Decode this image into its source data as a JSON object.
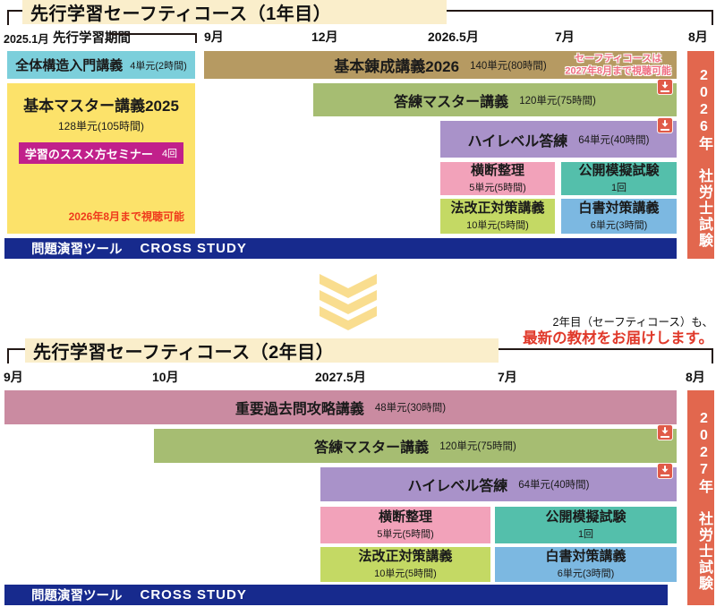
{
  "s1": {
    "title": "先行学習セーフティコース（1年目）",
    "axis": {
      "start": "2025.1月",
      "period": "先行学習期間",
      "m1": "9月",
      "m2": "12月",
      "m3": "2026.5月",
      "m4": "7月",
      "m5": "8月"
    },
    "intro": {
      "name": "全体構造入門講義",
      "units": "4単元(2時間)"
    },
    "rensei": {
      "name": "基本錬成講義2026",
      "units": "140単元(80時間)",
      "note1": "セーフティコースは",
      "note2": "2027年8月まで視聴可能"
    },
    "master": {
      "name": "基本マスター講義2025",
      "units": "128単元(105時間)",
      "seminar": "学習のススメ方セミナー",
      "seminar_count": "4回",
      "note": "2026年8月まで視聴可能"
    },
    "touren": {
      "name": "答練マスター講義",
      "units": "120単元(75時間)"
    },
    "highlevel": {
      "name": "ハイレベル答練",
      "units": "64単元(40時間)"
    },
    "oudan": {
      "name": "横断整理",
      "units": "5単元(5時間)"
    },
    "mogi": {
      "name": "公開模擬試験",
      "units": "1回"
    },
    "houkaisei": {
      "name": "法改正対策講義",
      "units": "10単元(5時間)"
    },
    "hakusho": {
      "name": "白書対策講義",
      "units": "6単元(3時間)"
    },
    "tool": {
      "label": "問題演習ツール",
      "name": "CROSS STUDY"
    },
    "exam": "2026年　社労士試験"
  },
  "transition": {
    "note1": "2年目（セーフティコース）も、",
    "note2": "最新の教材をお届けします。"
  },
  "s2": {
    "title": "先行学習セーフティコース（2年目）",
    "axis": {
      "m1": "9月",
      "m2": "10月",
      "m3": "2027.5月",
      "m4": "7月",
      "m5": "8月"
    },
    "kakomon": {
      "name": "重要過去問攻略講義",
      "units": "48単元(30時間)"
    },
    "touren": {
      "name": "答練マスター講義",
      "units": "120単元(75時間)"
    },
    "highlevel": {
      "name": "ハイレベル答練",
      "units": "64単元(40時間)"
    },
    "oudan": {
      "name": "横断整理",
      "units": "5単元(5時間)"
    },
    "mogi": {
      "name": "公開模擬試験",
      "units": "1回"
    },
    "houkaisei": {
      "name": "法改正対策講義",
      "units": "10単元(5時間)"
    },
    "hakusho": {
      "name": "白書対策講義",
      "units": "6単元(3時間)"
    },
    "tool": {
      "label": "問題演習ツール",
      "name": "CROSS STUDY"
    },
    "exam": "2027年　社労士試験"
  },
  "colors": {
    "highlight_cream": "#faeecb",
    "intro_teal": "#7ccfdb",
    "master_yellow": "#fce26a",
    "seminar_magenta": "#c1208b",
    "rensei_brown": "#b69a62",
    "touren_green": "#a6bd72",
    "highlevel_purple": "#a992c9",
    "oudan_pink": "#f2a2ba",
    "mogi_teal": "#54bfab",
    "houkaisei_yellowgreen": "#c4d964",
    "hakusho_blue": "#7cb8e1",
    "kakomon_mauve": "#ca8ba1",
    "tool_navy": "#172a8d",
    "exam_red": "#e2674e",
    "accent_red_text": "#e8391d",
    "chevron_gold": "#f9dd8f"
  }
}
